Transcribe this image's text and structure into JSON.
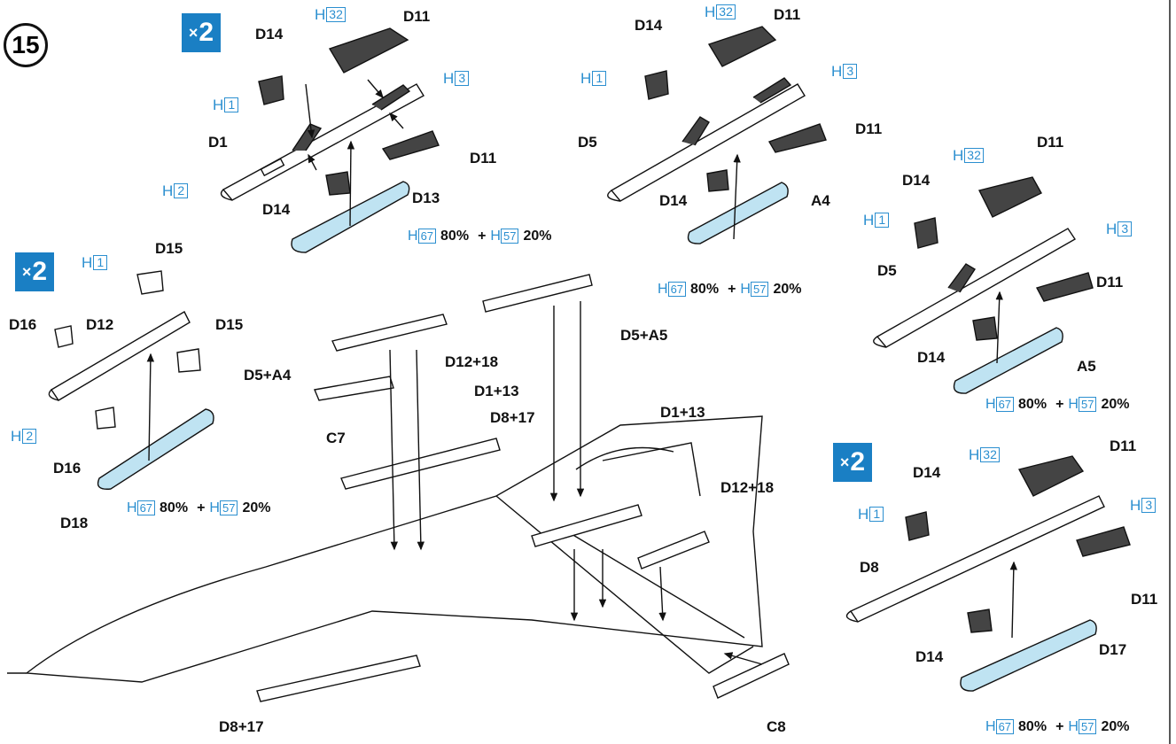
{
  "step_number": "15",
  "badges": {
    "top": "2",
    "left": "2",
    "lower_right": "2",
    "prefix": "×"
  },
  "parts": {
    "d14": "D14",
    "d11": "D11",
    "d1": "D1",
    "d5": "D5",
    "d8": "D8",
    "d13": "D13",
    "a4": "A4",
    "a5": "A5",
    "d17": "D17",
    "d12": "D12",
    "d15": "D15",
    "d16": "D16",
    "d18": "D18",
    "d5_a4": "D5+A4",
    "d5_a5": "D5+A5",
    "d12_18": "D12+18",
    "d1_13": "D1+13",
    "d8_17": "D8+17",
    "c7": "C7",
    "c8": "C8"
  },
  "colors": {
    "h": "H",
    "n1": "1",
    "n2": "2",
    "n3": "3",
    "n32": "32",
    "n67": "67",
    "n57": "57"
  },
  "mix": {
    "pct_a": "80%",
    "plus": "+",
    "pct_b": "20%"
  },
  "palette": {
    "accent_blue": "#1a7fc4",
    "paint_blue": "#bfe3f2",
    "gray_part": "#4a4a4a"
  }
}
